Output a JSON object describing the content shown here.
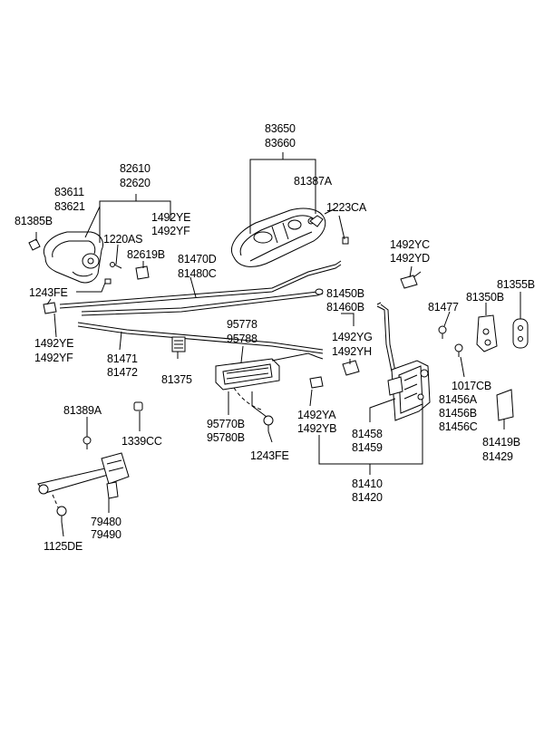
{
  "diagram": {
    "part_numbers": {
      "p83650": "83650",
      "p83660": "83660",
      "p81387A": "81387A",
      "p1223CA": "1223CA",
      "p82610": "82610",
      "p82620": "82620",
      "p83611": "83611",
      "p83621": "83621",
      "p81385B": "81385B",
      "p1492YE_top": "1492YE",
      "p1492YF_top": "1492YF",
      "p1220AS": "1220AS",
      "p82619B": "82619B",
      "p81470D": "81470D",
      "p81480C": "81480C",
      "p1492YC": "1492YC",
      "p1492YD": "1492YD",
      "p81355B": "81355B",
      "p1243FE_top": "1243FE",
      "p81450B": "81450B",
      "p81460B": "81460B",
      "p81477": "81477",
      "p81350B": "81350B",
      "p1492YE_left": "1492YE",
      "p1492YF_left": "1492YF",
      "p81471": "81471",
      "p81472": "81472",
      "p95778": "95778",
      "p95788": "95788",
      "p1492YG": "1492YG",
      "p1492YH": "1492YH",
      "p81375": "81375",
      "p1017CB": "1017CB",
      "p81456A": "81456A",
      "p81456B": "81456B",
      "p81456C": "81456C",
      "p81389A": "81389A",
      "p95770B": "95770B",
      "p95780B": "95780B",
      "p1492YA": "1492YA",
      "p1492YB": "1492YB",
      "p1339CC": "1339CC",
      "p81458": "81458",
      "p81459": "81459",
      "p81419B": "81419B",
      "p81429": "81429",
      "p1243FE_bottom": "1243FE",
      "p81410": "81410",
      "p81420": "81420",
      "p79480": "79480",
      "p79490": "79490",
      "p1125DE": "1125DE"
    }
  }
}
